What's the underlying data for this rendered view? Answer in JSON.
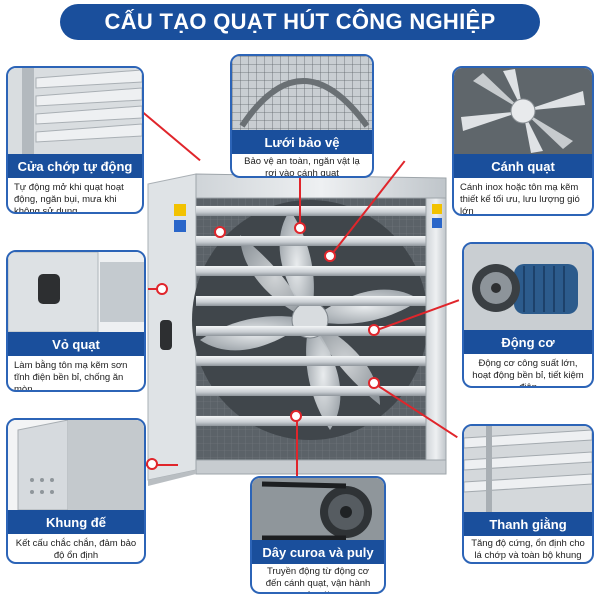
{
  "title": "CẤU TẠO QUẠT HÚT CÔNG NGHIỆP",
  "colors": {
    "title_bg": "#1a4f9c",
    "card_border": "#2c64b7",
    "leader": "#e0252b",
    "motor": "#2c5b8c"
  },
  "parts": [
    {
      "id": "cua-chop",
      "label": "Cửa chớp tự động",
      "desc": "Tự động mở khi quạt hoạt động, ngăn bụi, mưa khi không sử dụng"
    },
    {
      "id": "luoi",
      "label": "Lưới bảo vệ",
      "desc": "Bảo vệ an toàn, ngăn vật lạ rơi vào cánh quạt"
    },
    {
      "id": "canh",
      "label": "Cánh quạt",
      "desc": "Cánh inox hoặc tôn mạ kẽm thiết kế tối ưu, lưu lượng gió lớn"
    },
    {
      "id": "vo",
      "label": "Vỏ quạt",
      "desc": "Làm bằng tôn mạ kẽm sơn tĩnh điện bền bỉ, chống ăn mòn"
    },
    {
      "id": "dongco",
      "label": "Động cơ",
      "desc": "Động cơ công suất lớn, hoạt động bền bỉ, tiết kiệm điện"
    },
    {
      "id": "khung",
      "label": "Khung đế",
      "desc": "Kết cấu chắc chắn, đảm bảo độ ổn định"
    },
    {
      "id": "day",
      "label": "Dây curoa và puly",
      "desc": "Truyền động từ động cơ đến cánh quạt, vận hành êm ái"
    },
    {
      "id": "thanh",
      "label": "Thanh giằng",
      "desc": "Tăng độ cứng, ổn định cho lá chớp và toàn bộ khung quạt"
    }
  ]
}
